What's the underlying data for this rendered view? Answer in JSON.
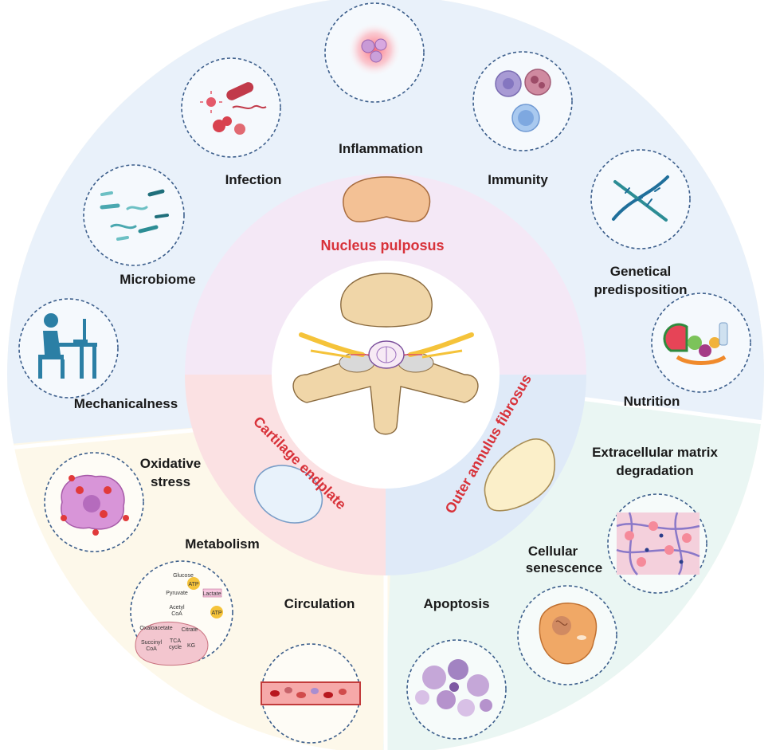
{
  "center": {
    "nucleus_pulposus": "Nucleus pulposus",
    "cartilage_endplate": "Cartilage endplate",
    "outer_annulus_fibrosus": "Outer annulus fibrosus"
  },
  "factors": {
    "inflammation": "Inflammation",
    "infection": "Infection",
    "immunity": "Immunity",
    "microbiome": "Microbiome",
    "genetical_line1": "Genetical",
    "genetical_line2": "predisposition",
    "mechanicalness": "Mechanicalness",
    "nutrition": "Nutrition",
    "oxidative_line1": "Oxidative",
    "oxidative_line2": "stress",
    "metabolism": "Metabolism",
    "circulation": "Circulation",
    "ecm_line1": "Extracellular matrix",
    "ecm_line2": "degradation",
    "senescence_line1": "Cellular",
    "senescence_line2": "senescence",
    "apoptosis": "Apoptosis"
  },
  "metabolism_diagram": {
    "glucose": "Glucose",
    "pyruvate": "Pyruvate",
    "lactate": "Lactate",
    "acetyl_coa_1": "Acetyl",
    "acetyl_coa_2": "CoA",
    "oxaloacetate": "Oxaloacetate",
    "citrate": "Citrate",
    "tca_1": "TCA",
    "tca_2": "cycle",
    "succinyl_1": "Succinyl",
    "succinyl_2": "CoA",
    "akg": "KG",
    "atp": "ATP"
  },
  "colors": {
    "top_sector": "#e9f1fa",
    "bottom_left_sector": "#fdf8ea",
    "bottom_right_sector": "#eaf6f3",
    "nucleus_ring": "#f4e8f6",
    "endplate_ring": "#fbe1e3",
    "annulus_ring": "#dfeaf8",
    "ring_label": "#d8323a"
  }
}
